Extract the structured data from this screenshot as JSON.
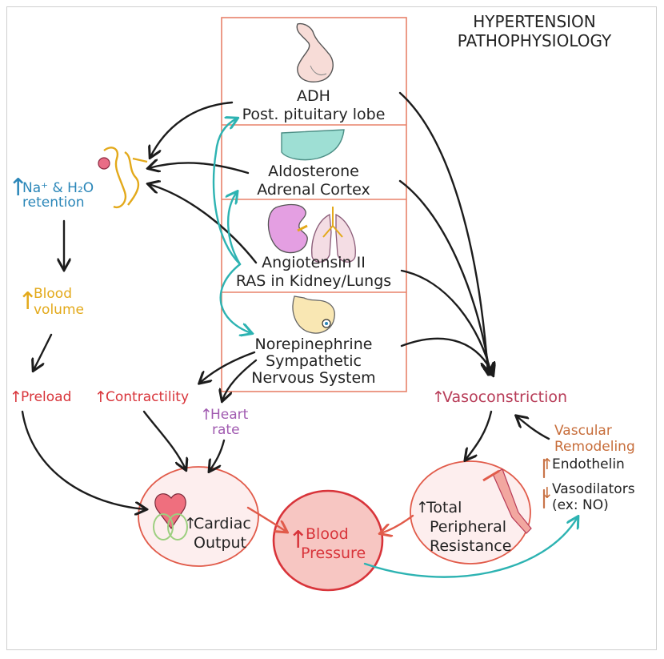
{
  "title": {
    "line1": "HYPERTENSION",
    "line2": "PATHOPHYSIOLOGY"
  },
  "hormones": {
    "adh": {
      "line1": "ADH",
      "line2": "Post. pituitary lobe"
    },
    "aldosterone": {
      "line1": "Aldosterone",
      "line2": "Adrenal Cortex"
    },
    "angiotensin": {
      "line1": "Angiotensin II",
      "line2": "RAS in Kidney/Lungs"
    },
    "norepinephrine": {
      "line1": "Norepinephrine",
      "line2": "Sympathetic",
      "line3": "Nervous System"
    }
  },
  "left": {
    "retention": {
      "arrow": "↑",
      "line1": "Na⁺ & H₂O",
      "line2": "retention"
    },
    "blood_volume": {
      "arrow": "↑",
      "line1": "Blood",
      "line2": "volume"
    },
    "preload": {
      "arrow": "↑",
      "label": "Preload"
    },
    "contractility": {
      "arrow": "↑",
      "label": "Contractility"
    },
    "heart_rate": {
      "arrow": "↑",
      "line1": "Heart",
      "line2": "rate"
    }
  },
  "bottom": {
    "cardiac_output": {
      "arrow": "↑",
      "line1": "Cardiac",
      "line2": "Output"
    },
    "blood_pressure": {
      "arrow": "↑",
      "line1": "Blood",
      "line2": "Pressure"
    },
    "tpr": {
      "arrow": "↑",
      "line1": "Total",
      "line2": "Peripheral",
      "line3": "Resistance"
    }
  },
  "right": {
    "vasoconstriction": {
      "arrow": "↑",
      "label": "Vasoconstriction"
    },
    "remodeling": {
      "line1": "Vascular",
      "line2": "Remodeling"
    },
    "endothelin": {
      "arrow": "↑",
      "label": "Endothelin"
    },
    "vasodilators": {
      "arrow": "↓",
      "line1": "Vasodilators",
      "line2": "(ex: NO)"
    }
  },
  "colors": {
    "box_border": "#e8826a",
    "blue": "#2a86b8",
    "yellow": "#e3a91a",
    "red": "#d8343a",
    "purple": "#a05ab0",
    "maroon": "#b73b57",
    "teal": "#2db3b2"
  }
}
